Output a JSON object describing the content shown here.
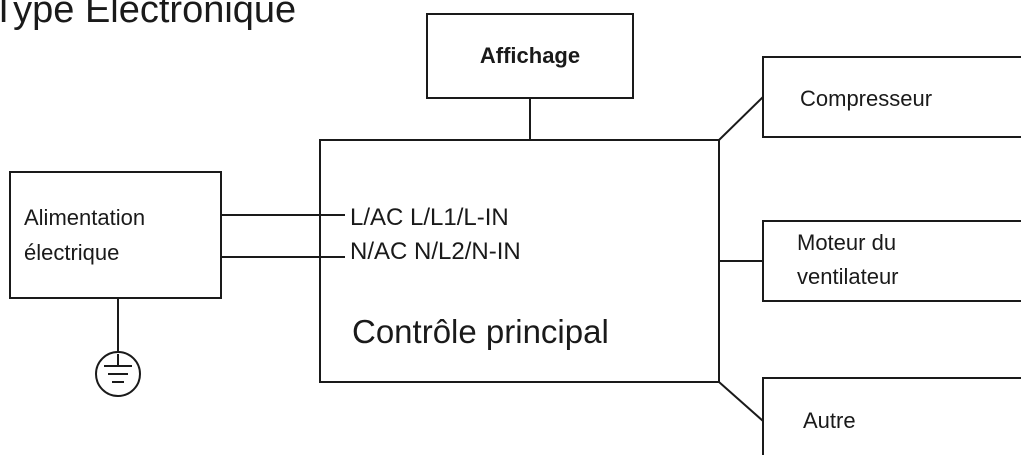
{
  "title": "Type Électronique",
  "boxes": {
    "display": "Affichage",
    "power": [
      "Alimentation",
      "électrique"
    ],
    "compressor": "Compresseur",
    "fan": [
      "Moteur du",
      "ventilateur"
    ],
    "other": "Autre"
  },
  "main_control": {
    "line1": "L/AC L/L1/L-IN",
    "line2": "N/AC N/L2/N-IN",
    "label": "Contrôle principal"
  },
  "icons": {
    "ground": "ground-symbol-icon"
  }
}
